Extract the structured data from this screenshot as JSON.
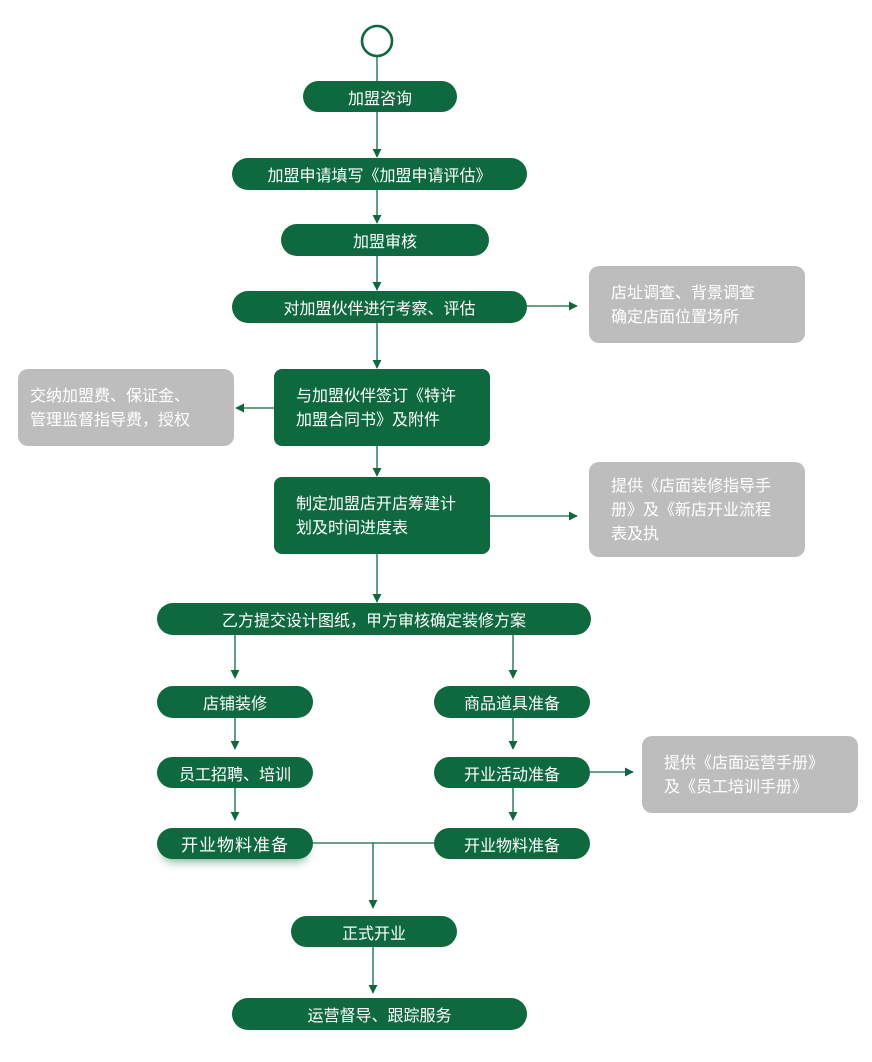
{
  "colors": {
    "node": "#0e6a3e",
    "note": "#bdbdbd",
    "line": "#0e6a3e",
    "text": "#ffffff"
  },
  "steps": {
    "consult": "加盟咨询",
    "apply": "加盟申请填写《加盟申请评估》",
    "review": "加盟审核",
    "inspect": "对加盟伙伴进行考察、评估",
    "contract": {
      "line1": "与加盟伙伴签订《特许",
      "line2": "加盟合同书》及附件"
    },
    "plan": {
      "line1": "制定加盟店开店筹建计",
      "line2": "划及时间进度表"
    },
    "design": "乙方提交设计图纸，甲方审核确定装修方案",
    "renovation": "店铺装修",
    "recruit": "员工招聘、培训",
    "materials_left": "开业物料准备",
    "goods": "商品道具准备",
    "event": "开业活动准备",
    "materials_right": "开业物料准备",
    "opening": "正式开业",
    "operation": "运营督导、跟踪服务"
  },
  "notes": {
    "survey": {
      "line1": "店址调查、背景调查",
      "line2": "确定店面位置场所"
    },
    "fees": {
      "line1": "交纳加盟费、保证金、",
      "line2": "管理监督指导费，授权"
    },
    "manual_decor": {
      "line1": "提供《店面装修指导手",
      "line2": "册》及《新店开业流程",
      "line3": "表及执"
    },
    "manual_ops": {
      "line1": "提供《店面运营手册》",
      "line2": "及《员工培训手册》"
    }
  }
}
